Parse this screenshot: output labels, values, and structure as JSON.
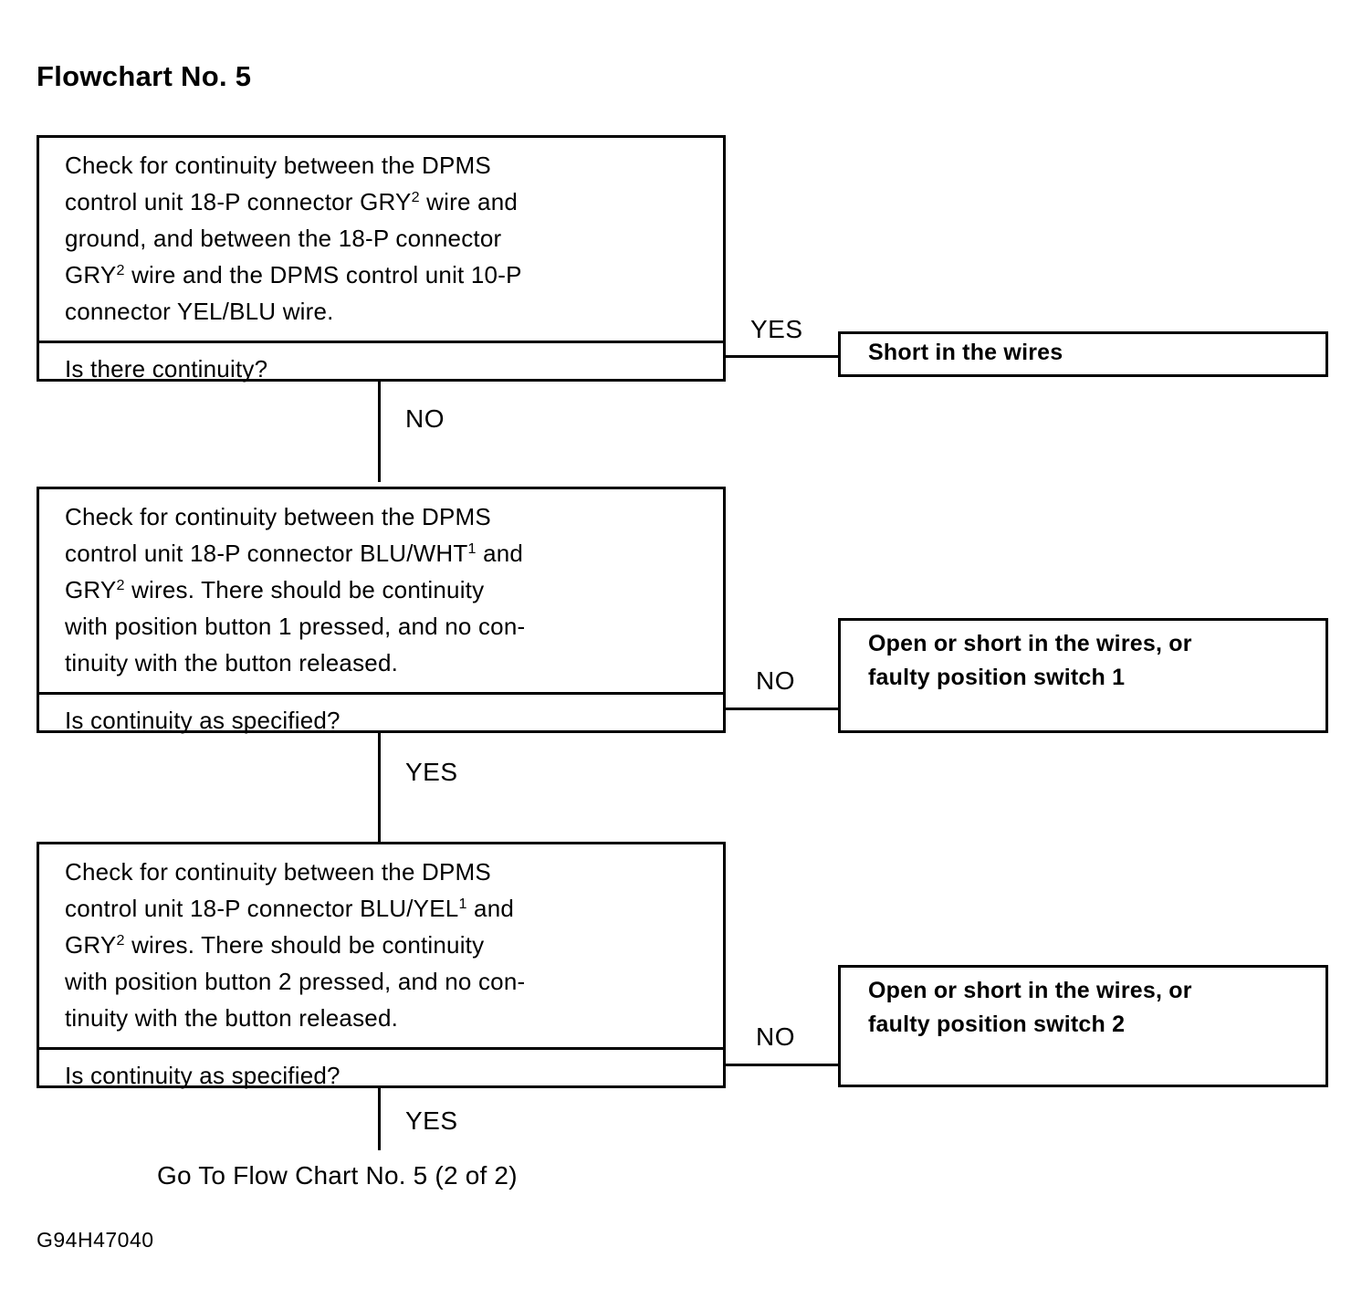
{
  "document": {
    "title": "Flowchart No. 5",
    "code": "G94H47040",
    "goto_label": "Go To Flow Chart No. 5 (2 of 2)"
  },
  "colors": {
    "ink": "#000000",
    "paper": "#ffffff"
  },
  "nodes": {
    "decision1": {
      "instruction_line1": "Check for continuity between the DPMS",
      "instruction_line2_a": "control unit 18-P connector GRY",
      "instruction_line2_sup": "2",
      "instruction_line2_b": " wire and",
      "instruction_line3": "ground, and between the 18-P connector",
      "instruction_line4_a": "GRY",
      "instruction_line4_sup": "2",
      "instruction_line4_b": " wire and the DPMS control unit 10-P",
      "instruction_line5": "connector YEL/BLU wire.",
      "question": "Is there continuity?"
    },
    "decision2": {
      "instruction_line1": "Check for continuity between the DPMS",
      "instruction_line2_a": "control unit 18-P connector BLU/WHT",
      "instruction_line2_sup": "1",
      "instruction_line2_b": " and",
      "instruction_line3_a": "GRY",
      "instruction_line3_sup": "2",
      "instruction_line3_b": " wires. There should be continuity",
      "instruction_line4": "with position button 1 pressed, and no con-",
      "instruction_line5": "tinuity with the button  released.",
      "question": "Is continuity as specified?"
    },
    "decision3": {
      "instruction_line1": "Check for continuity between the DPMS",
      "instruction_line2_a": "control unit 18-P connector BLU/YEL",
      "instruction_line2_sup": "1",
      "instruction_line2_b": " and",
      "instruction_line3_a": "GRY",
      "instruction_line3_sup": "2",
      "instruction_line3_b": " wires. There should be continuity",
      "instruction_line4": "with position button 2 pressed, and no con-",
      "instruction_line5": "tinuity with the button released.",
      "question": "Is continuity as specified?"
    },
    "result1": {
      "line1": "Short in the wires"
    },
    "result2": {
      "line1": "Open or short in the wires, or",
      "line2": "faulty position switch 1"
    },
    "result3": {
      "line1": "Open or short in the wires, or",
      "line2": "faulty position switch 2"
    }
  },
  "edges": {
    "d1_yes": "YES",
    "d1_no": "NO",
    "d2_no": "NO",
    "d2_yes": "YES",
    "d3_no": "NO",
    "d3_yes": "YES"
  }
}
